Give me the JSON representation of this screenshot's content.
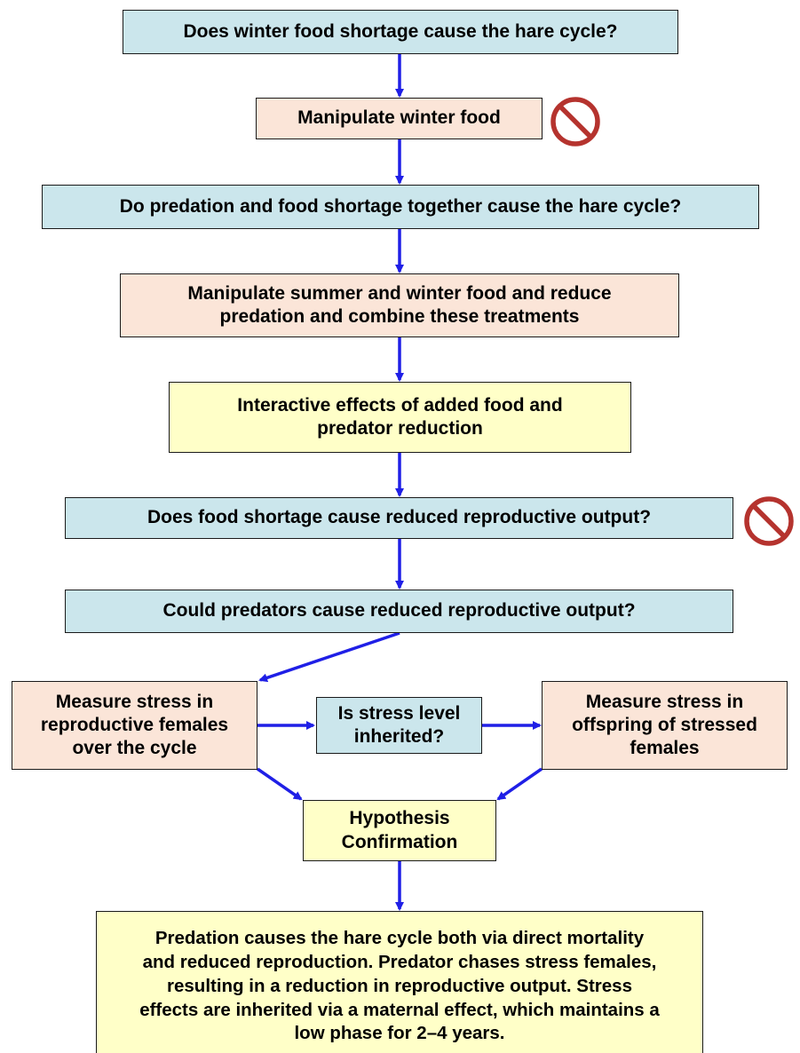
{
  "colors": {
    "question_fill": "#cbe6ec",
    "action_fill": "#fbe5d8",
    "result_fill": "#ffffc8",
    "arrow": "#1f1fe6",
    "no_symbol": "#b5332e"
  },
  "nodes": {
    "q1": "Does winter food shortage cause the hare cycle?",
    "a1": "Manipulate winter food",
    "q2": "Do predation and food shortage together cause the hare cycle?",
    "a2_line1": "Manipulate summer and winter food and reduce",
    "a2_line2": "predation and combine these treatments",
    "r1_line1": "Interactive effects of added food and",
    "r1_line2": "predator reduction",
    "q3": "Does food shortage cause reduced reproductive output?",
    "q4": "Could predators cause reduced reproductive output?",
    "left_line1": "Measure stress in",
    "left_line2": "reproductive females",
    "left_line3": "over the cycle",
    "mid_line1": "Is stress level",
    "mid_line2": "inherited?",
    "right_line1": "Measure stress in",
    "right_line2": "offspring of stressed",
    "right_line3": "females",
    "hyp_line1": "Hypothesis",
    "hyp_line2": "Confirmation",
    "final_line1": "Predation causes the hare cycle both via direct mortality",
    "final_line2": "and reduced reproduction. Predator chases stress females,",
    "final_line3": "resulting in a reduction in reproductive output. Stress",
    "final_line4": "effects are inherited via a maternal effect, which maintains a",
    "final_line5": "low phase for 2–4 years."
  },
  "icons": {
    "no_symbol_1": "prohibited-icon",
    "no_symbol_2": "prohibited-icon"
  }
}
